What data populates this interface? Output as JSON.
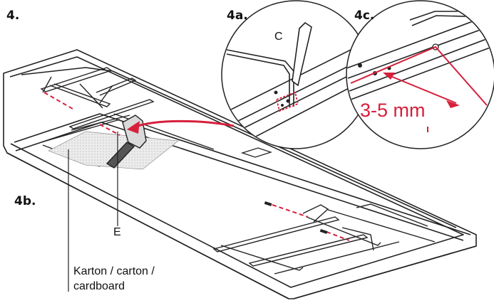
{
  "step_labels": {
    "main": "4.",
    "detail_a": "4a.",
    "detail_b": "4b.",
    "detail_c": "4c."
  },
  "part_labels": {
    "c": "C",
    "e": "E"
  },
  "material_note": {
    "line1": "Karton / carton /",
    "line2": "cardboard"
  },
  "measurement": "3-5 mm",
  "colors": {
    "accent": "#d6203b",
    "line": "#222222",
    "cardboard_fill": "#e7e7e7"
  }
}
